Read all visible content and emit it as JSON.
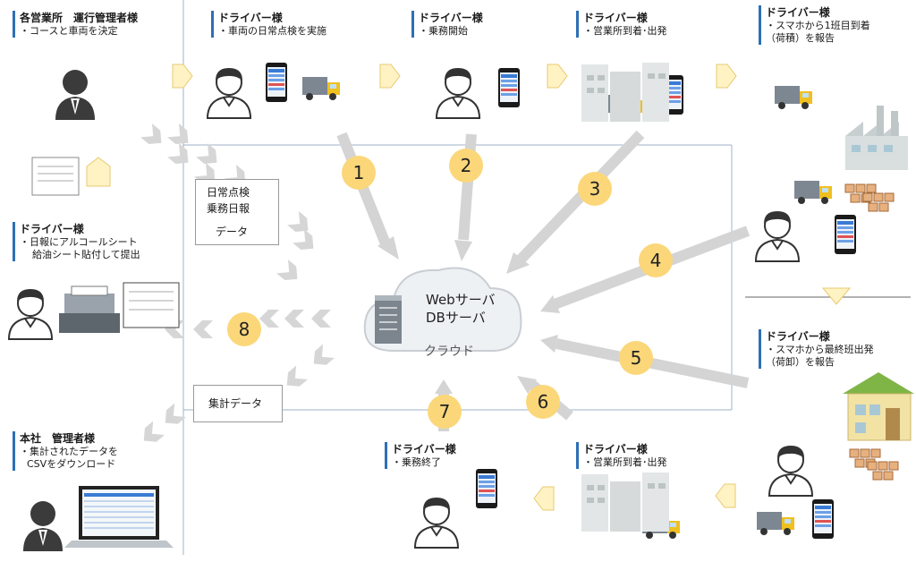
{
  "steps": {
    "office_admin": {
      "title": "各営業所　運行管理者様",
      "desc": "・コースと車両を決定"
    },
    "inspection": {
      "title": "ドライバー様",
      "desc": "・車両の日常点検を実施"
    },
    "start": {
      "title": "ドライバー様",
      "desc": "・乗務開始"
    },
    "depart_office": {
      "title": "ドライバー様",
      "desc": "・営業所到着･出発"
    },
    "first_arrival": {
      "title": "ドライバー様",
      "desc1": "・スマホから1班目到着",
      "desc2": "（荷積）を報告"
    },
    "submit_report": {
      "title": "ドライバー様",
      "desc1": "・日報にアルコールシート",
      "desc2": "給油シート貼付して提出"
    },
    "last_departure": {
      "title": "ドライバー様",
      "desc1": "・スマホから最終班出発",
      "desc2": "（荷卸）を報告"
    },
    "hq_admin": {
      "title": "本社　管理者様",
      "desc1": "・集計されたデータを",
      "desc2": "CSVをダウンロード"
    },
    "end": {
      "title": "ドライバー様",
      "desc": "・乗務終了"
    },
    "return_office": {
      "title": "ドライバー様",
      "desc": "・営業所到着･出発"
    }
  },
  "numbers": [
    "1",
    "2",
    "3",
    "4",
    "5",
    "6",
    "7",
    "8"
  ],
  "cloud": {
    "line1": "Webサーバ",
    "line2": "DBサーバ",
    "label": "クラウド"
  },
  "data_box": {
    "line1": "日常点検",
    "line2": "乗務日報",
    "line3": "データ"
  },
  "summary_box": {
    "label": "集計データ"
  },
  "colors": {
    "accent": "#2e6fb5",
    "number_circle": "#fbd77a",
    "arrow": "#d4d4d4",
    "chevron": "#fff3c4"
  }
}
